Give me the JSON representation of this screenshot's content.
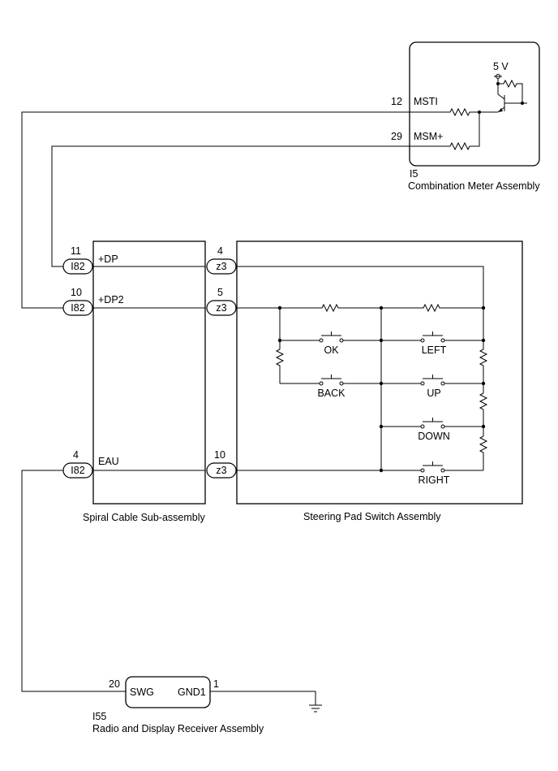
{
  "combination_meter": {
    "code": "I5",
    "name": "Combination Meter Assembly",
    "voltage": "5 V",
    "pins": [
      {
        "num": "12",
        "name": "MSTI"
      },
      {
        "num": "29",
        "name": "MSM+"
      }
    ]
  },
  "spiral_cable": {
    "name": "Spiral Cable Sub-assembly",
    "left_connector": "I82",
    "right_connector": "z3",
    "rows": [
      {
        "left_pin": "11",
        "signal": "+DP",
        "right_pin": "4"
      },
      {
        "left_pin": "10",
        "signal": "+DP2",
        "right_pin": "5"
      },
      {
        "left_pin": "4",
        "signal": "EAU",
        "right_pin": "10"
      }
    ]
  },
  "steering_pad": {
    "name": "Steering Pad Switch Assembly",
    "switches": {
      "ok": "OK",
      "left": "LEFT",
      "back": "BACK",
      "up": "UP",
      "down": "DOWN",
      "right": "RIGHT"
    }
  },
  "radio": {
    "code": "I55",
    "name": "Radio and Display Receiver Assembly",
    "pins": [
      {
        "num": "20",
        "name": "SWG"
      },
      {
        "num": "1",
        "name": "GND1"
      }
    ]
  }
}
